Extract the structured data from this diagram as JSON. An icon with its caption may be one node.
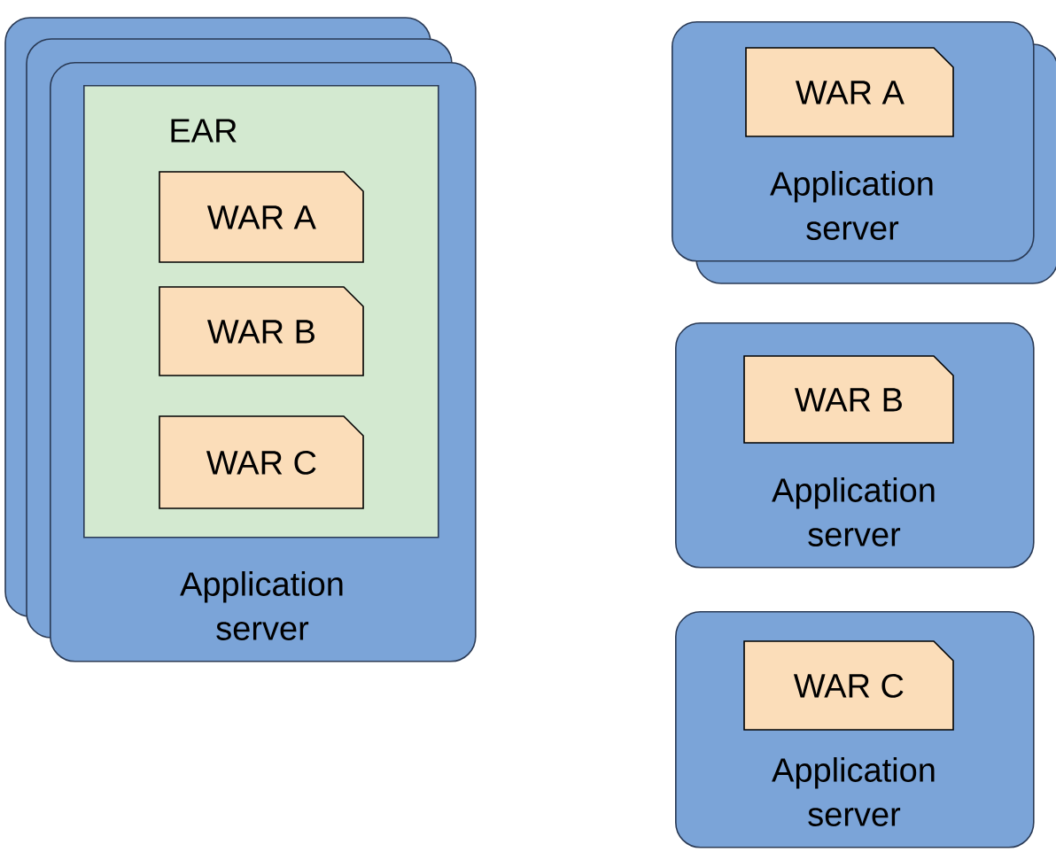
{
  "diagram": {
    "nodes": [
      {
        "text": [
          "Application server"
        ]
      },
      {
        "text": [
          "EAR"
        ],
        "in": 0
      },
      {
        "text": [
          "WAR A"
        ],
        "in": 1
      },
      {
        "text": [
          "WAR B"
        ],
        "in": 1
      },
      {
        "text": [
          "WAR C"
        ],
        "in": 1
      },
      {
        "text": [
          "Application server"
        ]
      },
      {
        "text": [
          "WAR A"
        ],
        "in": 5
      },
      {
        "text": [
          "Application server"
        ]
      },
      {
        "text": [
          "WAR B"
        ],
        "in": 7
      },
      {
        "text": [
          "Application server"
        ]
      },
      {
        "text": [
          "WAR C"
        ],
        "in": 9
      }
    ]
  }
}
